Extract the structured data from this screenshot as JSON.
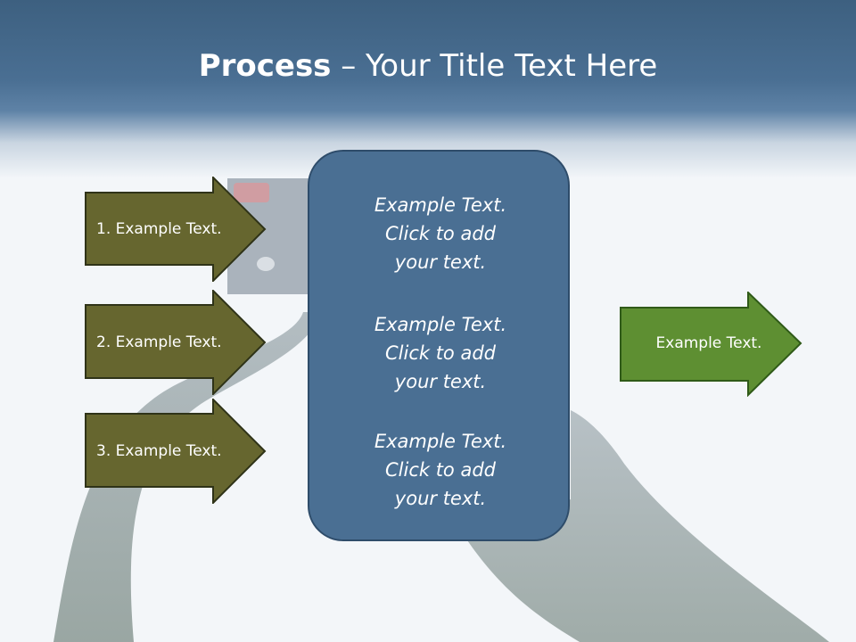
{
  "title": {
    "bold": "Process",
    "rest": " – Your Title Text Here"
  },
  "left_arrows": [
    {
      "label": "1. Example Text."
    },
    {
      "label": "2. Example Text."
    },
    {
      "label": "3. Example Text."
    }
  ],
  "center_box": {
    "blocks": [
      {
        "lines": [
          "Example Text.",
          "Click  to add",
          "your text."
        ]
      },
      {
        "lines": [
          "Example Text.",
          "Click  to add",
          "your text."
        ]
      },
      {
        "lines": [
          "Example Text.",
          "Click  to add",
          "your text."
        ]
      }
    ]
  },
  "right_arrow": {
    "label": "Example Text."
  },
  "colors": {
    "header": "#4a6f93",
    "left_arrow_fill": "#66662f",
    "left_arrow_stroke": "#2f3318",
    "center_box_fill": "#4a6f93",
    "center_box_stroke": "#2e4c6a",
    "right_arrow_fill": "#5e8f32",
    "right_arrow_stroke": "#2f5a18"
  }
}
